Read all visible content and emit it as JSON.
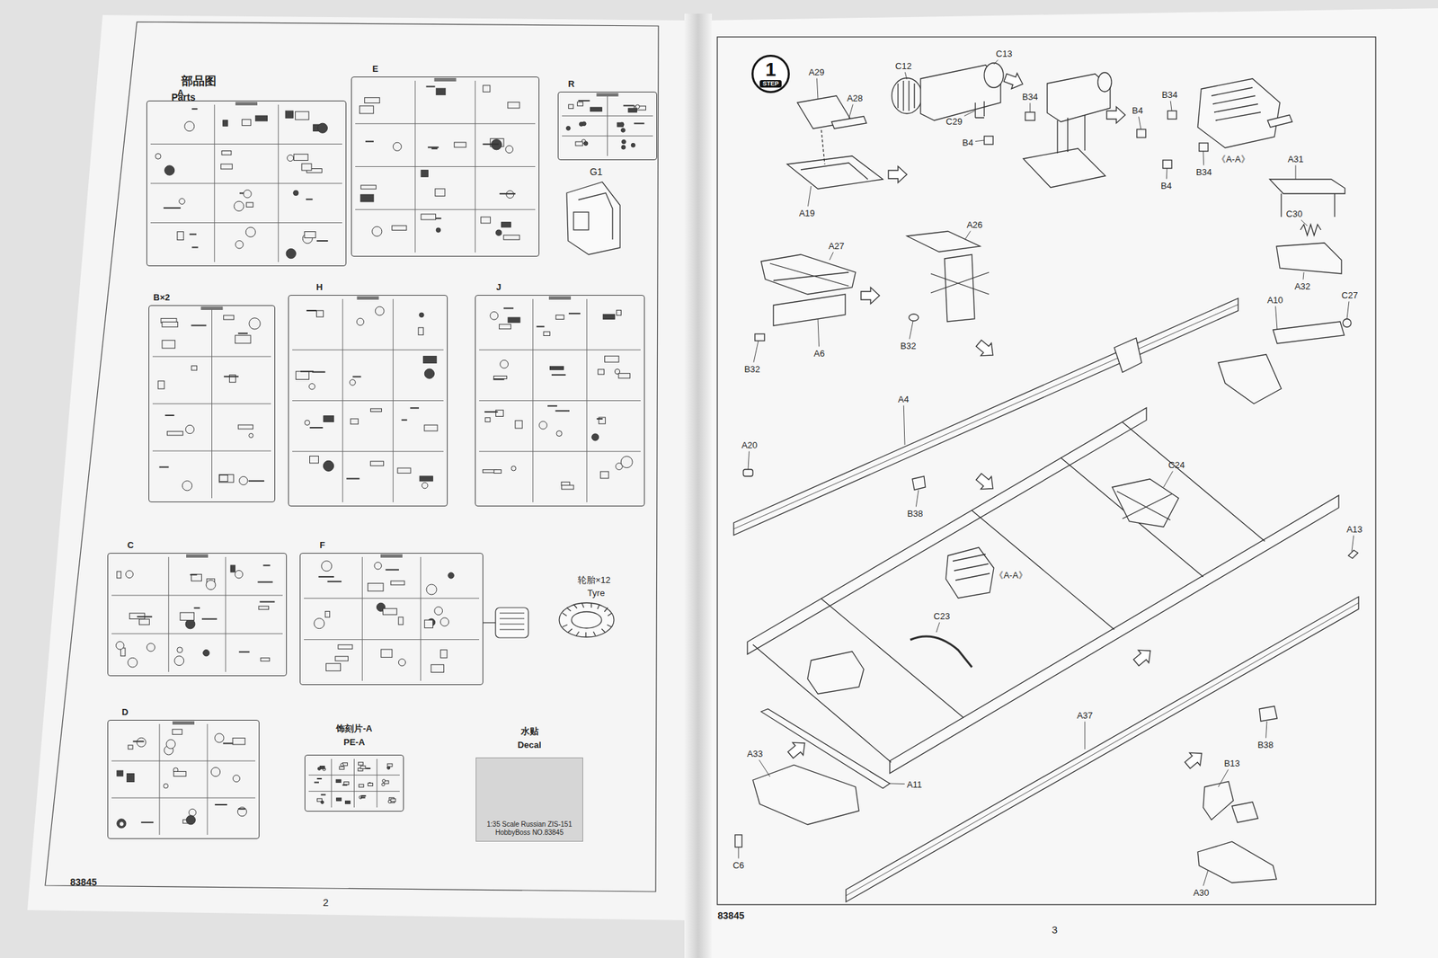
{
  "diagram": {
    "nodes": [
      {
        "text": [
          "A"
        ]
      },
      {
        "text": [
          "E"
        ]
      },
      {
        "text": [
          "R"
        ]
      },
      {
        "text": [
          "B×2"
        ]
      },
      {
        "text": [
          "H"
        ]
      },
      {
        "text": [
          "J"
        ]
      },
      {
        "text": [
          "C"
        ]
      },
      {
        "text": [
          "F"
        ]
      },
      {
        "text": [
          "D"
        ]
      },
      {
        "text": [
          "饰刻片-A",
          "PE-A"
        ]
      },
      {
        "text": [
          "水贴",
          "Decal",
          "1:35 Scale Russian ZIS-151 HobbyBoss NO.83845"
        ]
      },
      {
        "text": [
          "1",
          "STEP"
        ]
      }
    ],
    "labels": [
      "部品图",
      "Parts",
      "G1",
      "轮胎×12",
      "Tyre",
      "83845",
      "2",
      "83845",
      "3",
      "A29",
      "A28",
      "A19",
      "C12",
      "C13",
      "C29",
      "B34",
      "B4",
      "B34",
      "B4",
      "B4",
      "B34",
      "《A-A》",
      "A31",
      "C30",
      "A32",
      "A10",
      "C27",
      "A27",
      "A26",
      "A6",
      "B32",
      "B32",
      "A4",
      "A20",
      "B38",
      "C24",
      "《A-A》",
      "A13",
      "C23",
      "A33",
      "A11",
      "A37",
      "B38",
      "B13",
      "C6",
      "A30"
    ]
  }
}
